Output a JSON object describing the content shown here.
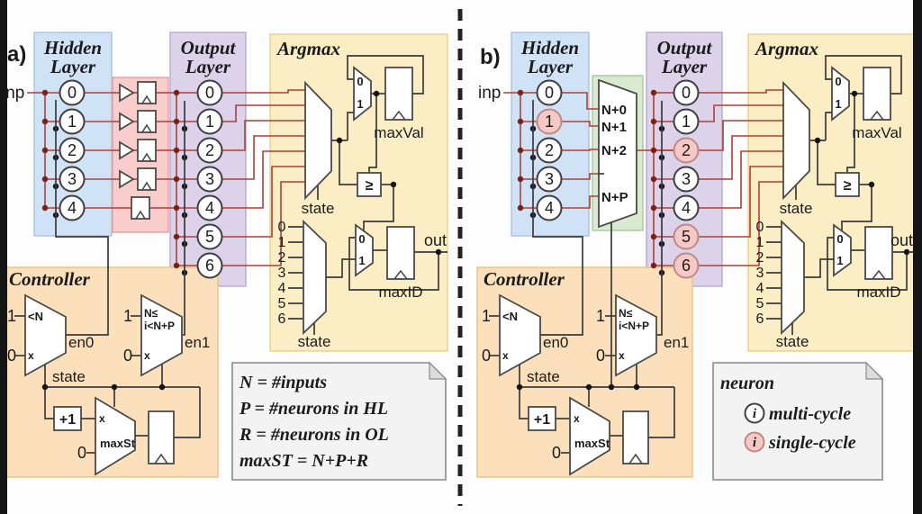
{
  "panel_a": {
    "label": "a)",
    "inp": "inp",
    "hidden_layer": {
      "title1": "Hidden",
      "title2": "Layer",
      "neurons": [
        "0",
        "1",
        "2",
        "3",
        "4"
      ],
      "neuron_types": [
        "multi",
        "multi",
        "multi",
        "multi",
        "multi"
      ]
    },
    "output_layer": {
      "title1": "Output",
      "title2": "Layer",
      "neurons": [
        "0",
        "1",
        "2",
        "3",
        "4",
        "5",
        "6"
      ],
      "neuron_types": [
        "multi",
        "multi",
        "multi",
        "multi",
        "multi",
        "multi",
        "multi"
      ]
    },
    "argmax": {
      "title": "Argmax",
      "state_top": "state",
      "state_bot": "state",
      "mux_top_0": "0",
      "mux_top_1": "1",
      "maxval": "maxVal",
      "cmp": "≥",
      "mux_bot_0": "0",
      "mux_bot_1": "1",
      "maxid": "maxID",
      "out": "out",
      "ids": [
        "0",
        "1",
        "2",
        "3",
        "4",
        "5",
        "6"
      ]
    },
    "controller": {
      "title": "Controller",
      "en0_one": "1",
      "en0_zero": "0",
      "en0_cond": "<N",
      "en0_x": "x",
      "en0_out": "en0",
      "en1_one": "1",
      "en1_zero": "0",
      "en1_cond1": "N≤",
      "en1_cond2": "i<N+P",
      "en1_x": "x",
      "en1_out": "en1",
      "state": "state",
      "plus1": "+1",
      "maxst_x": "x",
      "maxst_zero": "0",
      "maxst": "maxSt"
    },
    "note": {
      "line1": "N = #inputs",
      "line2": "P = #neurons in HL",
      "line3": "R = #neurons in OL",
      "line4": "maxST = N+P+R"
    }
  },
  "panel_b": {
    "label": "b)",
    "inp": "inp",
    "hidden_layer": {
      "title1": "Hidden",
      "title2": "Layer",
      "neurons": [
        "0",
        "1",
        "2",
        "3",
        "4"
      ],
      "neuron_types": [
        "multi",
        "single",
        "multi",
        "multi",
        "multi"
      ]
    },
    "mux_ports": [
      "N+0",
      "N+1",
      "N+2",
      "N+P"
    ],
    "output_layer": {
      "title1": "Output",
      "title2": "Layer",
      "neurons": [
        "0",
        "1",
        "2",
        "3",
        "4",
        "5",
        "6"
      ],
      "neuron_types": [
        "multi",
        "multi",
        "single",
        "multi",
        "multi",
        "single",
        "single"
      ]
    },
    "argmax": {
      "title": "Argmax",
      "state_top": "state",
      "state_bot": "state",
      "mux_top_0": "0",
      "mux_top_1": "1",
      "maxval": "maxVal",
      "cmp": "≥",
      "mux_bot_0": "0",
      "mux_bot_1": "1",
      "maxid": "maxID",
      "out": "out",
      "ids": [
        "0",
        "1",
        "2",
        "3",
        "4",
        "5",
        "6"
      ]
    },
    "controller": {
      "title": "Controller",
      "en0_one": "1",
      "en0_zero": "0",
      "en0_cond": "<N",
      "en0_x": "x",
      "en0_out": "en0",
      "en1_one": "1",
      "en1_zero": "0",
      "en1_cond1": "N≤",
      "en1_cond2": "i<N+P",
      "en1_x": "x",
      "en1_out": "en1",
      "state": "state",
      "plus1": "+1",
      "maxst_x": "x",
      "maxst_zero": "0",
      "maxst": "maxSt"
    },
    "note": {
      "title": "neuron",
      "icon": "i",
      "multi": "multi-cycle",
      "single": "single-cycle"
    }
  },
  "colors": {
    "hidden_box": "#cfe2f6",
    "output_box": "#dcd2ea",
    "argmax_box": "#fbeec5",
    "controller_box": "#fbe0bb",
    "register_box": "#f8cdcb",
    "mux_box": "#d9ead0",
    "single_cycle_neuron": "#f6c9c6",
    "multi_cycle_neuron": "#ffffff",
    "data_wire": "#ad3f36",
    "control_wire": "#3a3a3a",
    "note_bg": "#f3f3f3"
  }
}
